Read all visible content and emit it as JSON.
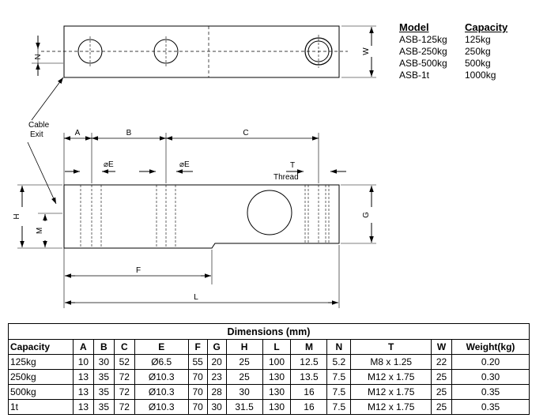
{
  "models_table": {
    "model_header": "Model",
    "capacity_header": "Capacity",
    "rows": [
      {
        "model": "ASB-125kg",
        "capacity": "125kg"
      },
      {
        "model": "ASB-250kg",
        "capacity": "250kg"
      },
      {
        "model": "ASB-500kg",
        "capacity": "500kg"
      },
      {
        "model": "ASB-1t",
        "capacity": "1000kg"
      }
    ]
  },
  "drawing_labels": {
    "cable_exit": [
      "Cable",
      "Exit"
    ],
    "n": "N",
    "w": "W",
    "a": "A",
    "b": "B",
    "c": "C",
    "e1": "⌀E",
    "e2": "⌀E",
    "t": "T",
    "thread": "Thread",
    "h": "H",
    "m": "M",
    "g": "G",
    "f": "F",
    "l": "L"
  },
  "dimensions": {
    "title": "Dimensions (mm)",
    "headers": [
      "Capacity",
      "A",
      "B",
      "C",
      "E",
      "F",
      "G",
      "H",
      "L",
      "M",
      "N",
      "T",
      "W",
      "Weight(kg)"
    ],
    "rows": [
      [
        "125kg",
        "10",
        "30",
        "52",
        "Ø6.5",
        "55",
        "20",
        "25",
        "100",
        "12.5",
        "5.2",
        "M8 x 1.25",
        "22",
        "0.20"
      ],
      [
        "250kg",
        "13",
        "35",
        "72",
        "Ø10.3",
        "70",
        "23",
        "25",
        "130",
        "13.5",
        "7.5",
        "M12 x 1.75",
        "25",
        "0.30"
      ],
      [
        "500kg",
        "13",
        "35",
        "72",
        "Ø10.3",
        "70",
        "28",
        "30",
        "130",
        "16",
        "7.5",
        "M12 x 1.75",
        "25",
        "0.35"
      ],
      [
        "1t",
        "13",
        "35",
        "72",
        "Ø10.3",
        "70",
        "30",
        "31.5",
        "130",
        "16",
        "7.5",
        "M12 x 1.75",
        "25",
        "0.35"
      ]
    ]
  }
}
